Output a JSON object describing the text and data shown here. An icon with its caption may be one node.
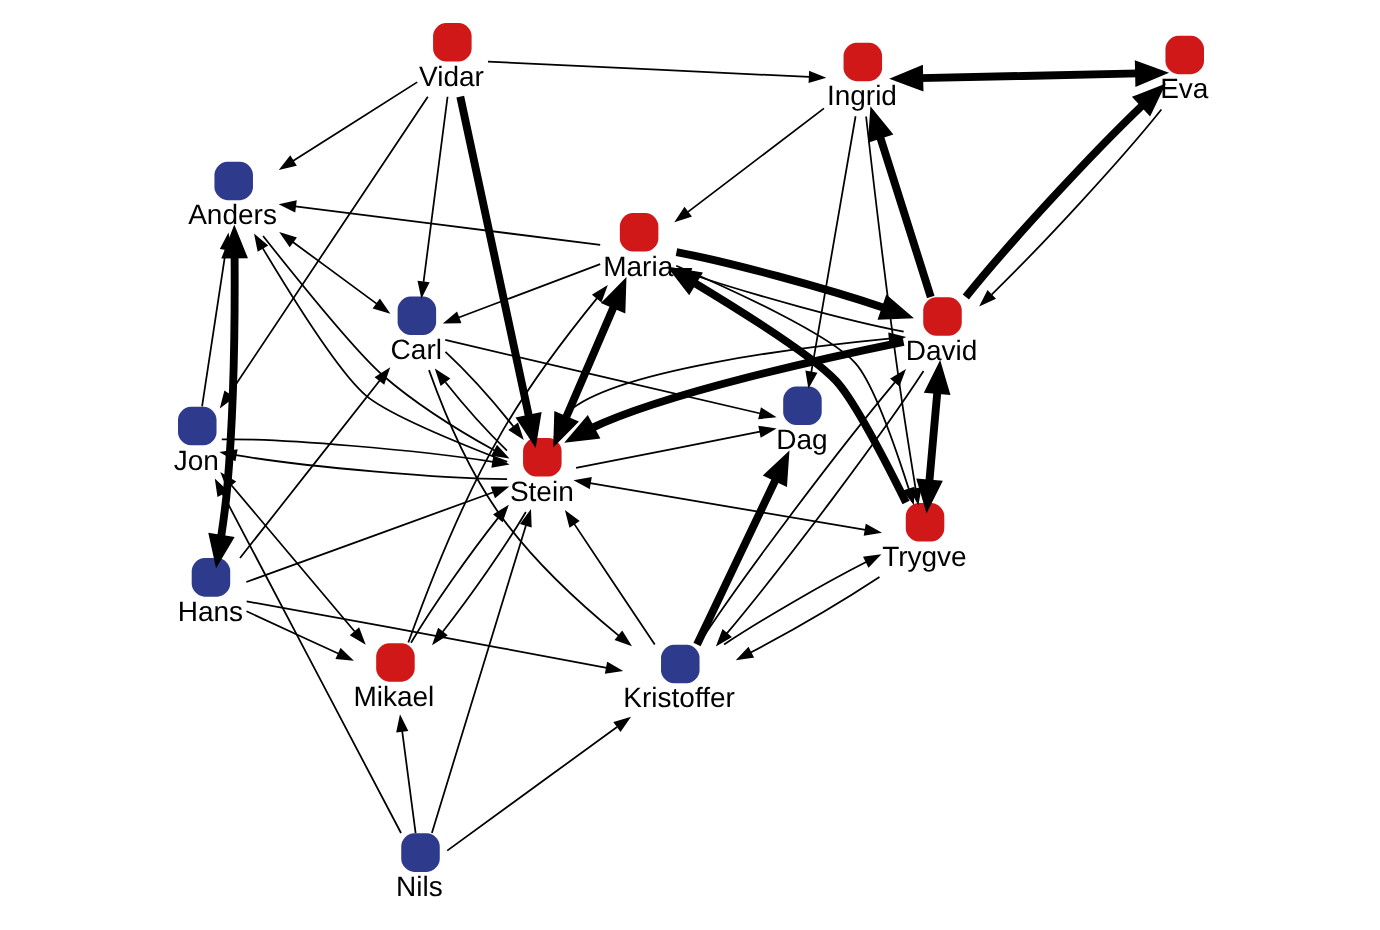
{
  "diagram": {
    "nodes": [
      {
        "text": [
          "Mikael"
        ]
      },
      {
        "text": [
          "Jon"
        ]
      },
      {
        "text": [
          "Nils"
        ]
      },
      {
        "text": [
          "Anders"
        ]
      },
      {
        "text": [
          "Hans"
        ]
      },
      {
        "text": [
          "Carl"
        ]
      },
      {
        "text": [
          "Kristoffer"
        ]
      },
      {
        "text": [
          "Dag"
        ]
      },
      {
        "text": [
          "Stein"
        ]
      },
      {
        "text": [
          "Vidar"
        ]
      },
      {
        "text": [
          "Maria"
        ]
      },
      {
        "text": [
          "David"
        ]
      },
      {
        "text": [
          "Trygve"
        ]
      },
      {
        "text": [
          "Eva"
        ]
      },
      {
        "text": [
          "Ingrid"
        ]
      }
    ],
    "edges": [
      {
        "from": 8,
        "to": 0,
        "arrow": "to"
      },
      {
        "from": 0,
        "to": 10,
        "arrow": "to"
      },
      {
        "from": 8,
        "to": 1,
        "arrow": "to"
      },
      {
        "from": 9,
        "to": 1,
        "arrow": "to"
      },
      {
        "from": 1,
        "to": 0,
        "arrow": "both"
      },
      {
        "from": 2,
        "to": 0,
        "arrow": "to"
      },
      {
        "from": 4,
        "to": 0,
        "arrow": "to"
      },
      {
        "from": 2,
        "to": 1,
        "arrow": "to"
      },
      {
        "from": 1,
        "to": 3,
        "arrow": "to"
      },
      {
        "from": 4,
        "to": 3,
        "arrow": "both",
        "style": "thick"
      },
      {
        "from": 4,
        "to": 5,
        "arrow": "to"
      },
      {
        "from": 5,
        "to": 3,
        "arrow": "both"
      },
      {
        "from": 4,
        "to": 6,
        "arrow": "to"
      },
      {
        "from": 2,
        "to": 6,
        "arrow": "to"
      },
      {
        "from": 5,
        "to": 6,
        "arrow": "to"
      },
      {
        "from": 6,
        "to": 7,
        "arrow": "to",
        "style": "thick"
      },
      {
        "from": 5,
        "to": 7,
        "arrow": "to"
      },
      {
        "from": 8,
        "to": 3,
        "arrow": "to"
      },
      {
        "from": 9,
        "to": 3,
        "arrow": "to"
      },
      {
        "from": 10,
        "to": 3,
        "arrow": "to"
      },
      {
        "from": 8,
        "to": 5,
        "arrow": "to"
      },
      {
        "from": 9,
        "to": 5,
        "arrow": "to"
      },
      {
        "from": 10,
        "to": 5,
        "arrow": "to"
      },
      {
        "from": 12,
        "to": 6,
        "arrow": "to"
      },
      {
        "from": 11,
        "to": 6,
        "arrow": "to"
      },
      {
        "from": 8,
        "to": 7,
        "arrow": "to"
      },
      {
        "from": 14,
        "to": 7,
        "arrow": "to"
      },
      {
        "from": 0,
        "to": 8,
        "arrow": "to"
      },
      {
        "from": 1,
        "to": 8,
        "arrow": "to"
      },
      {
        "from": 2,
        "to": 8,
        "arrow": "to"
      },
      {
        "from": 3,
        "to": 8,
        "arrow": "to"
      },
      {
        "from": 4,
        "to": 8,
        "arrow": "to"
      },
      {
        "from": 5,
        "to": 8,
        "arrow": "to"
      },
      {
        "from": 6,
        "to": 8,
        "arrow": "to"
      },
      {
        "from": 9,
        "to": 8,
        "arrow": "to",
        "style": "thick"
      },
      {
        "from": 11,
        "to": 8,
        "arrow": "to",
        "style": "thick"
      },
      {
        "from": 8,
        "to": 10,
        "arrow": "both",
        "style": "thick"
      },
      {
        "from": 8,
        "to": 12,
        "arrow": "both"
      },
      {
        "from": 8,
        "to": 11,
        "arrow": "to"
      },
      {
        "from": 10,
        "to": 11,
        "arrow": "to",
        "style": "thick"
      },
      {
        "from": 11,
        "to": 10,
        "arrow": "to"
      },
      {
        "from": 11,
        "to": 12,
        "arrow": "both",
        "style": "thick"
      },
      {
        "from": 12,
        "to": 10,
        "arrow": "to",
        "style": "thick"
      },
      {
        "from": 10,
        "to": 12,
        "arrow": "to"
      },
      {
        "from": 13,
        "to": 11,
        "arrow": "to"
      },
      {
        "from": 11,
        "to": 13,
        "arrow": "to",
        "style": "thick"
      },
      {
        "from": 9,
        "to": 14,
        "arrow": "to"
      },
      {
        "from": 11,
        "to": 14,
        "arrow": "to",
        "style": "thick"
      },
      {
        "from": 13,
        "to": 14,
        "arrow": "both",
        "style": "thick"
      },
      {
        "from": 14,
        "to": 12,
        "arrow": "to"
      },
      {
        "from": 14,
        "to": 10,
        "arrow": "to"
      },
      {
        "from": 6,
        "to": 11,
        "arrow": "to"
      },
      {
        "from": 6,
        "to": 12,
        "arrow": "to"
      }
    ]
  }
}
